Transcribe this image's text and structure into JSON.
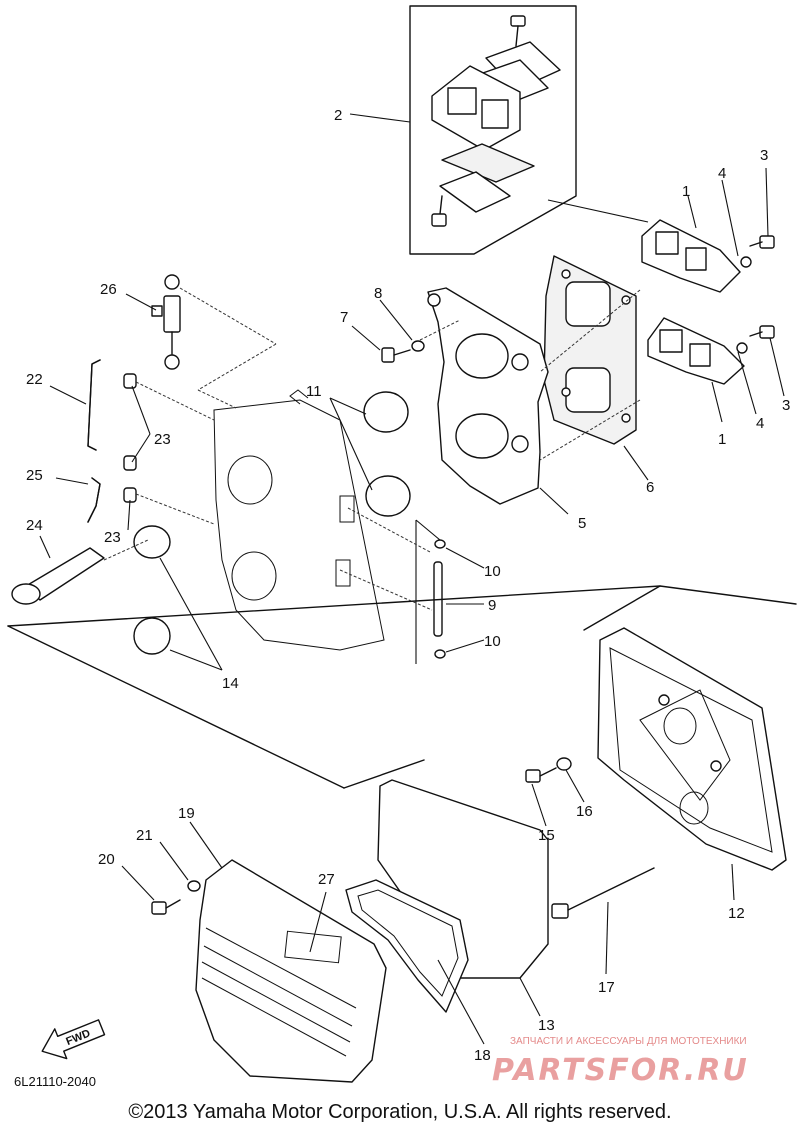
{
  "callouts": [
    "1",
    "2",
    "3",
    "4",
    "5",
    "6",
    "7",
    "8",
    "9",
    "10",
    "11",
    "12",
    "13",
    "14",
    "15",
    "16",
    "17",
    "18",
    "19",
    "20",
    "21",
    "22",
    "23",
    "24",
    "25",
    "26",
    "27"
  ],
  "diagram_code": "6L21110-2040",
  "copyright": "©2013 Yamaha Motor Corporation, U.S.A. All rights reserved.",
  "fwd_label": "FWD",
  "watermark": {
    "small_text": "ЗАПЧАСТИ И АКСЕССУАРЫ ДЛЯ МОТОТЕХНИКИ",
    "logo_text": "PARTSFOR.RU"
  }
}
